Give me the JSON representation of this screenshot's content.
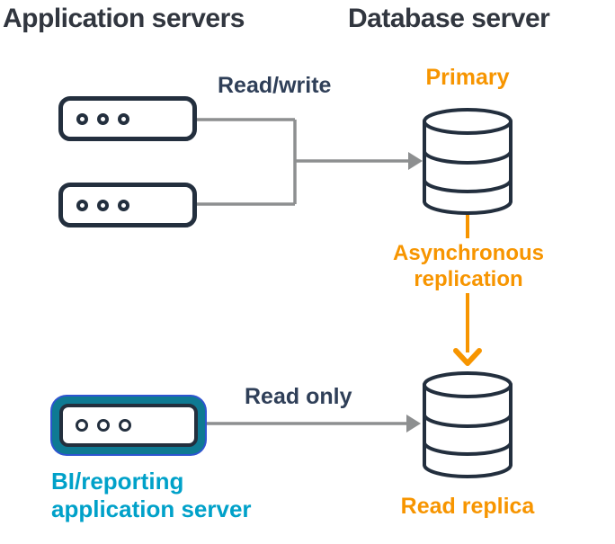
{
  "colors": {
    "ink": "#232f3e",
    "heading_text": "#31363f",
    "connector_label_text": "#2f3f58",
    "orange_accent": "#f79500",
    "teal_ring": "#0e7a93",
    "teal_text": "#00a1c9",
    "connector_gray": "#8d8f90",
    "selection_blue": "#2e55d0",
    "node_fill": "#ffffff",
    "background": "#ffffff"
  },
  "headings": {
    "left": "Application servers",
    "right": "Database server"
  },
  "connectors": {
    "read_write_label": "Read/write",
    "async_replication_label": "Asynchronous replication",
    "read_only_label": "Read only"
  },
  "databases": {
    "primary_label": "Primary",
    "read_replica_label": "Read replica"
  },
  "servers": {
    "bi_label": "BI/reporting application server"
  },
  "icons": {
    "application-server-icon": "rounded rectangle with three dots",
    "database-cylinder-icon": "white cylinder with three bands",
    "arrow-right-icon": "gray arrow",
    "arrow-down-icon": "orange arrow"
  }
}
